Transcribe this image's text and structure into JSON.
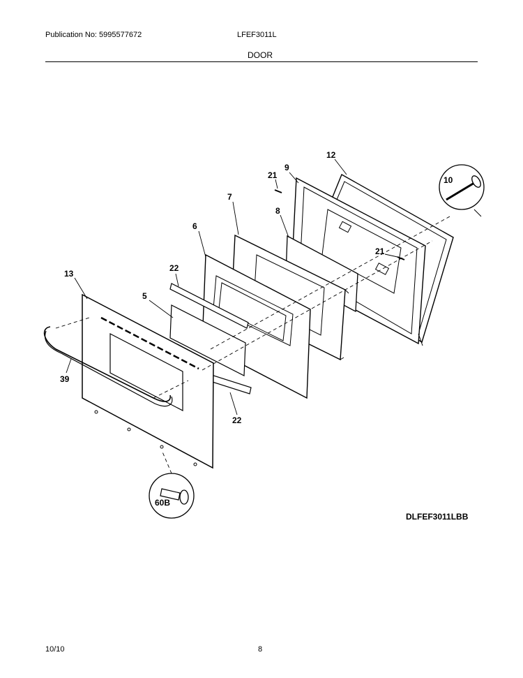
{
  "header": {
    "publication": "Publication No: 5995577672",
    "model": "LFEF3011L",
    "section": "DOOR"
  },
  "parts": {
    "p5": "5",
    "p6": "6",
    "p7": "7",
    "p8": "8",
    "p9": "9",
    "p10": "10",
    "p12": "12",
    "p13": "13",
    "p21a": "21",
    "p21b": "21",
    "p22a": "22",
    "p22b": "22",
    "p39": "39",
    "p60b": "60B"
  },
  "diagram_code": "DLFEF3011LBB",
  "footer": {
    "date": "10/10",
    "page": "8"
  }
}
